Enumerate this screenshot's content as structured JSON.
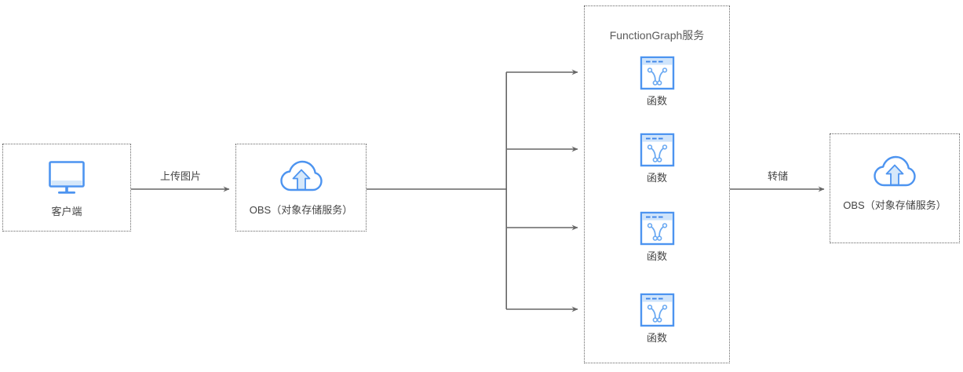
{
  "diagram": {
    "type": "architecture-flow",
    "background": "#ffffff",
    "line_color": "#666666",
    "accent_color": "#4d94f0",
    "accent_fill": "#d6e8fa",
    "text_color": "#444444"
  },
  "nodes": {
    "client": {
      "label": "客户端",
      "icon": "desktop-monitor-icon"
    },
    "obs_source": {
      "label": "OBS（对象存储服务）",
      "icon": "cloud-upload-icon"
    },
    "obs_target": {
      "label": "OBS（对象存储服务）",
      "icon": "cloud-upload-icon"
    }
  },
  "group": {
    "title": "FunctionGraph服务",
    "functions": [
      {
        "label": "函数",
        "icon": "function-window-icon"
      },
      {
        "label": "函数",
        "icon": "function-window-icon"
      },
      {
        "label": "函数",
        "icon": "function-window-icon"
      },
      {
        "label": "函数",
        "icon": "function-window-icon"
      }
    ]
  },
  "edges": [
    {
      "name": "client-to-obs",
      "label": "上传图片",
      "arrow": true
    },
    {
      "name": "obs-to-functiongraph",
      "label": "",
      "arrow": false
    },
    {
      "name": "trunk-to-function-1",
      "label": "",
      "arrow": true
    },
    {
      "name": "trunk-to-function-2",
      "label": "",
      "arrow": true
    },
    {
      "name": "trunk-to-function-3",
      "label": "",
      "arrow": true
    },
    {
      "name": "trunk-to-function-4",
      "label": "",
      "arrow": true
    },
    {
      "name": "functiongraph-to-obs",
      "label": "转储",
      "arrow": true
    }
  ]
}
